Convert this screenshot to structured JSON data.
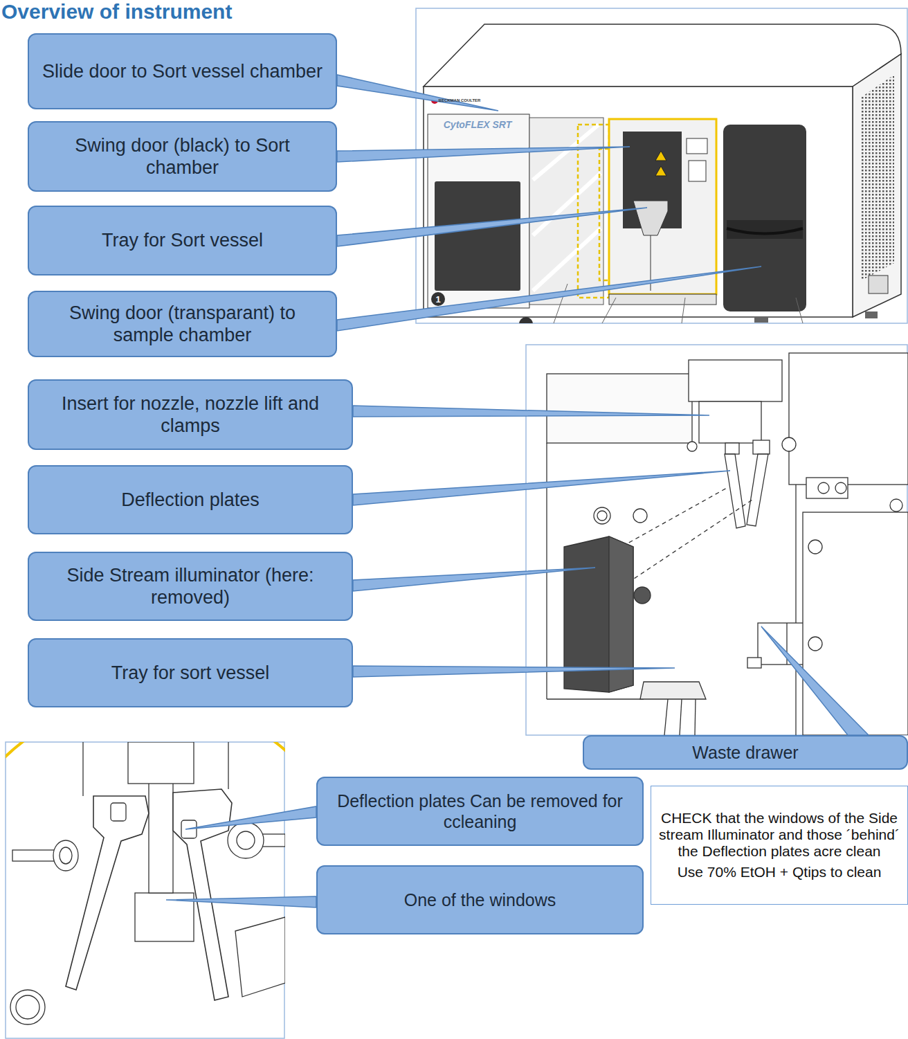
{
  "diagram": {
    "title": "Overview of instrument",
    "nodes": [
      {
        "text": [
          "Slide door to Sort vessel chamber"
        ]
      },
      {
        "text": [
          "Swing door (black) to Sort chamber"
        ]
      },
      {
        "text": [
          "Tray for Sort vessel"
        ]
      },
      {
        "text": [
          "Swing door (transparant) to sample chamber"
        ]
      },
      {
        "text": [
          "Insert for nozzle, nozzle lift and clamps"
        ]
      },
      {
        "text": [
          "Deflection plates"
        ]
      },
      {
        "text": [
          "Side Stream illuminator (here: removed)"
        ]
      },
      {
        "text": [
          "Tray for sort vessel"
        ]
      },
      {
        "text": [
          "Waste drawer"
        ]
      },
      {
        "text": [
          "Deflection plates Can be removed for ccleaning"
        ]
      },
      {
        "text": [
          "One of the windows"
        ]
      },
      {
        "text": [
          "CHECK that the windows of the Side stream Illuminator and those ´behind´ the Deflection plates acre clean",
          "Use 70% EtOH + Qtips to clean"
        ]
      }
    ],
    "labels": [
      "1",
      "CytoFLEX SRT",
      "BECKMAN COULTER"
    ]
  }
}
